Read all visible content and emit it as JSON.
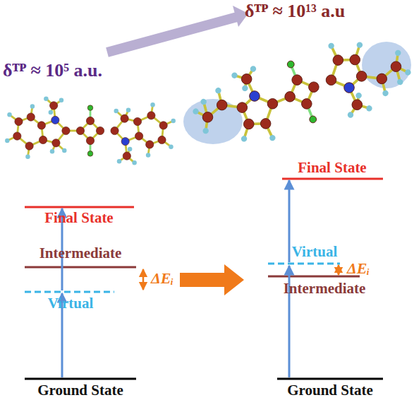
{
  "diagram": {
    "labels": [
      "δᵀᴾ ≈ 10⁵ a.u.",
      "δᵀᴾ ≈ 10¹³ a.u",
      "Final State",
      "Intermediate",
      "Virtual",
      "ΔEᵢ",
      "Ground State",
      "Final State",
      "Virtual",
      "ΔEᵢ",
      "Intermediate",
      "Ground State"
    ]
  }
}
